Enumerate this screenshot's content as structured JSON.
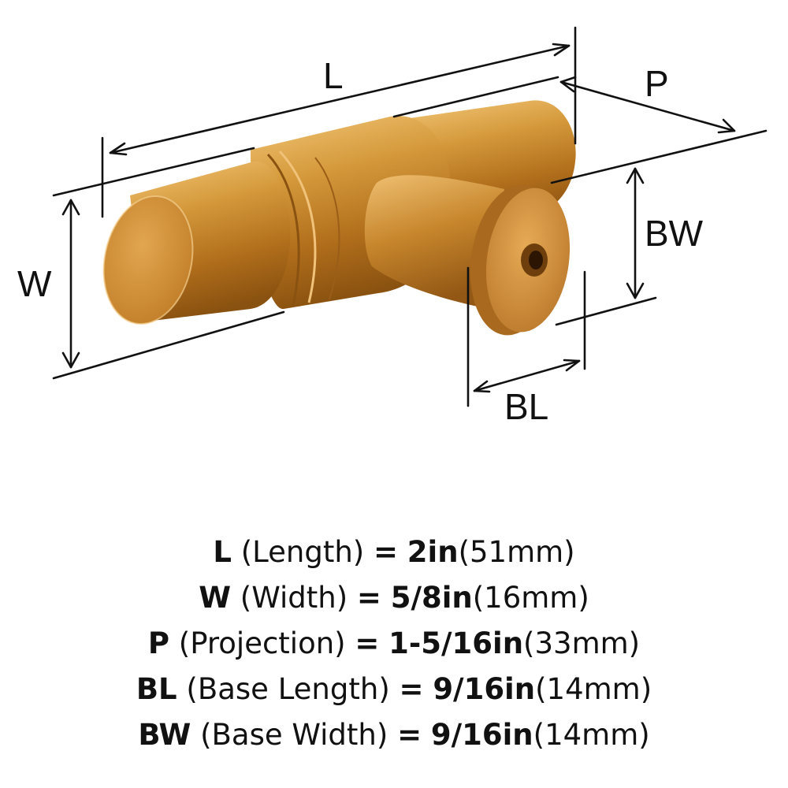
{
  "diagram": {
    "labels": {
      "L": "L",
      "P": "P",
      "W": "W",
      "BW": "BW",
      "BL": "BL"
    },
    "product_color": "#c98a2e"
  },
  "specs": [
    {
      "symbol": "L",
      "name": "(Length)",
      "eq": "=",
      "value": "2in",
      "metric": "(51mm)"
    },
    {
      "symbol": "W",
      "name": "(Width)",
      "eq": "=",
      "value": "5/8in",
      "metric": "(16mm)"
    },
    {
      "symbol": "P",
      "name": "(Projection)",
      "eq": "=",
      "value": "1-5/16in",
      "metric": "(33mm)"
    },
    {
      "symbol": "BL",
      "name": "(Base Length)",
      "eq": "=",
      "value": "9/16in",
      "metric": "(14mm)"
    },
    {
      "symbol": "BW",
      "name": "(Base Width)",
      "eq": "=",
      "value": "9/16in",
      "metric": "(14mm)"
    }
  ]
}
